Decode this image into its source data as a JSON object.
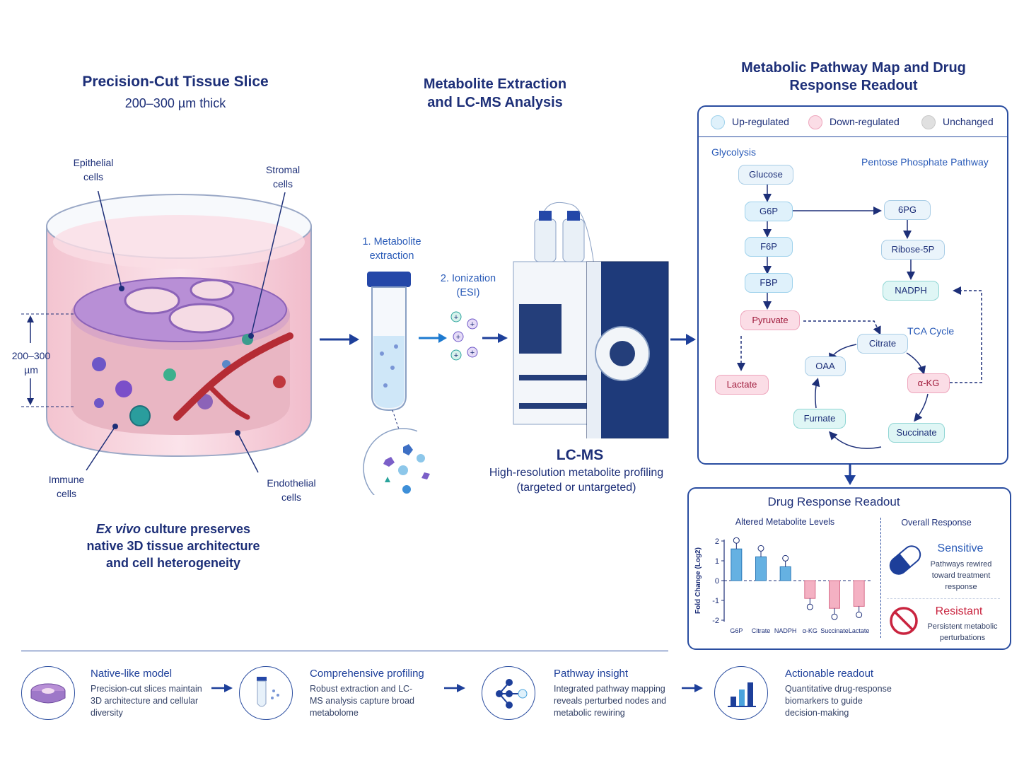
{
  "col1": {
    "title": "Precision-Cut Tissue Slice",
    "subtitle": "200–300 µm thick",
    "labels": {
      "epithelial": "Epithelial cells",
      "stromal": "Stromal cells",
      "thickness": "200–300 µm",
      "immune": "Immune cells",
      "endothelial": "Endothelial cells"
    },
    "caption_italic": "Ex vivo",
    "caption_rest": " culture preserves native 3D tissue architecture and cell heterogeneity"
  },
  "col2": {
    "title": "Metabolite Extraction and LC-MS Analysis",
    "step1": "1. Metabolite extraction",
    "step2": "2. Ionization (ESI)",
    "instrument": "LC-MS",
    "instrument_desc": "High-resolution metabolite profiling (targeted or untargeted)"
  },
  "col3": {
    "title": "Metabolic Pathway Map and Drug Response Readout",
    "legend": {
      "up": "Up-regulated",
      "down": "Down-regulated",
      "unchanged": "Unchanged"
    },
    "sections": {
      "glycolysis": "Glycolysis",
      "ppp": "Pentose Phosphate Pathway",
      "tca": "TCA Cycle"
    },
    "nodes": {
      "glucose": "Glucose",
      "g6p": "G6P",
      "f6p": "F6P",
      "fbp": "FBP",
      "pyruvate": "Pyruvate",
      "lactate": "Lactate",
      "pg6": "6PG",
      "ribose": "Ribose-5P",
      "nadph": "NADPH",
      "citrate": "Citrate",
      "oaa": "OAA",
      "akg": "α-KG",
      "fumarate": "Furnate",
      "succinate": "Succinate"
    }
  },
  "readout": {
    "title": "Drug Response Readout",
    "chart_title": "Altered Metabolite Levels",
    "overall_title": "Overall Response",
    "sensitive": "Sensitive",
    "sensitive_desc": "Pathways rewired toward treatment response",
    "resistant": "Resistant",
    "resistant_desc": "Persistent metabolic perturbations"
  },
  "chart_data": {
    "type": "bar",
    "ylabel": "Fold Change (Log2)",
    "categories": [
      "G6P",
      "Citrate",
      "NADPH",
      "α-KG",
      "Succinate",
      "Lactate"
    ],
    "values": [
      1.6,
      1.2,
      0.7,
      -0.9,
      -1.4,
      -1.3
    ],
    "yticks": [
      2,
      1,
      0,
      -1,
      -2
    ],
    "ylim": [
      -2,
      2
    ],
    "colors": {
      "positive": "#4aa3dd",
      "negative": "#f2a3b8"
    }
  },
  "footer": [
    {
      "title": "Native-like model",
      "text": "Precision-cut slices maintain 3D architecture and cellular diversity"
    },
    {
      "title": "Comprehensive profiling",
      "text": "Robust extraction and LC-MS analysis capture broad metabolome"
    },
    {
      "title": "Pathway insight",
      "text": "Integrated pathway mapping reveals perturbed nodes and metabolic rewiring"
    },
    {
      "title": "Actionable readout",
      "text": "Quantitative drug-response biomarkers to guide decision-making"
    }
  ],
  "colors": {
    "navy": "#1d2f78",
    "accent": "#2a5bb8",
    "up": "#9fd2ec",
    "down": "#eea6bd",
    "unchanged": "#d6d6d6"
  },
  "icons": [
    "arrow-right-icon",
    "tissue-slice-icon",
    "tube-icon",
    "network-icon",
    "bar-chart-icon",
    "capsule-icon",
    "prohibited-icon"
  ]
}
